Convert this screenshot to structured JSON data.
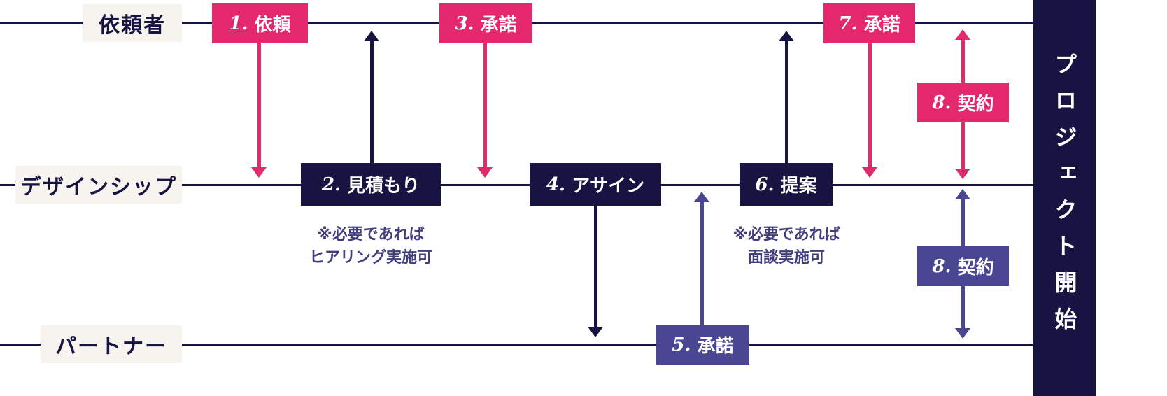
{
  "colors": {
    "pink": "#E3286E",
    "navy": "#171441",
    "indigo": "#4A4792",
    "note_text": "#413E7C",
    "lane_label_bg": "#F7F4EF",
    "background": "#FFFFFF"
  },
  "lanes": [
    {
      "label": "依頼者"
    },
    {
      "label": "デザインシップ"
    },
    {
      "label": "パートナー"
    }
  ],
  "steps": {
    "s1": {
      "num": "1.",
      "label": "依頼"
    },
    "s2": {
      "num": "2.",
      "label": "見積もり"
    },
    "s3": {
      "num": "3.",
      "label": "承諾"
    },
    "s4": {
      "num": "4.",
      "label": "アサイン"
    },
    "s5": {
      "num": "5.",
      "label": "承諾"
    },
    "s6": {
      "num": "6.",
      "label": "提案"
    },
    "s7": {
      "num": "7.",
      "label": "承諾"
    },
    "s8a": {
      "num": "8.",
      "label": "契約"
    },
    "s8b": {
      "num": "8.",
      "label": "契約"
    }
  },
  "notes": {
    "hearing": {
      "line1": "※必要であれば",
      "line2": "ヒアリング実施可"
    },
    "interview": {
      "line1": "※必要であれば",
      "line2": "面談実施可"
    }
  },
  "banner": {
    "label": "プロジェクト開始"
  }
}
